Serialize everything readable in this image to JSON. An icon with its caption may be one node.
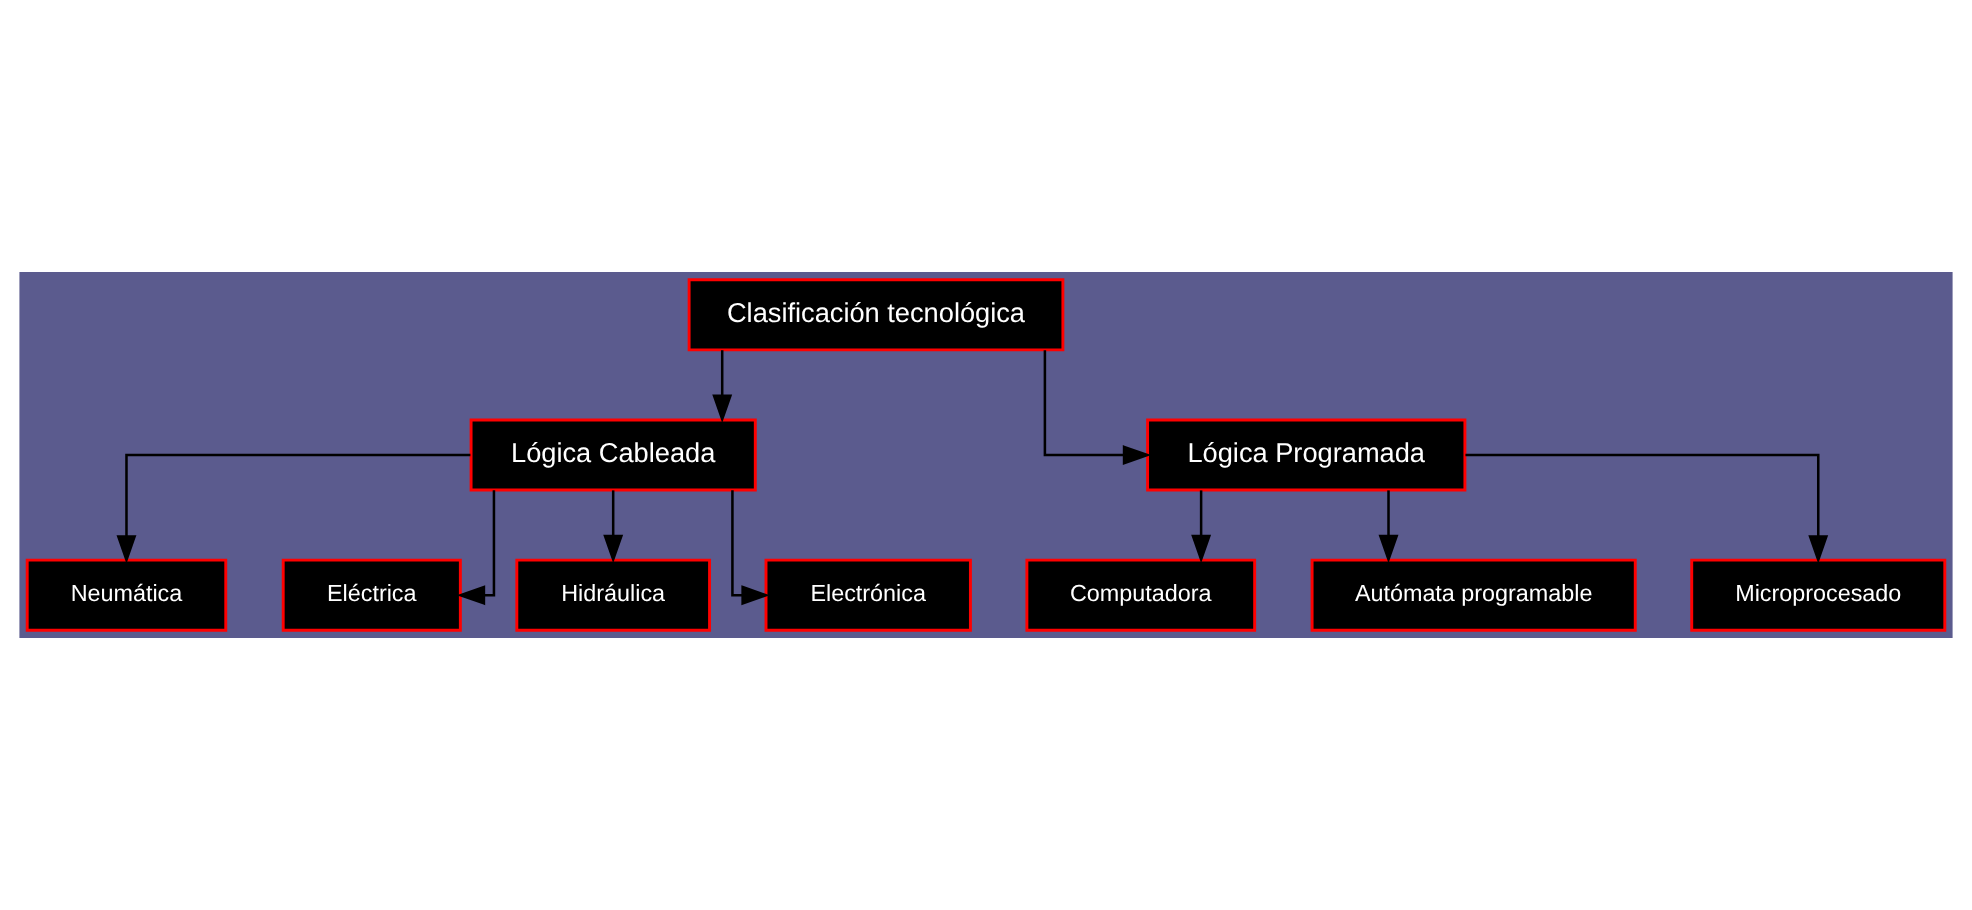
{
  "diagram": {
    "nodes": [
      {
        "text": [
          "Clasificación tecnológica"
        ]
      },
      {
        "text": [
          "Lógica Cableada"
        ]
      },
      {
        "text": [
          "Lógica Programada"
        ]
      },
      {
        "text": [
          "Neumática"
        ]
      },
      {
        "text": [
          "Eléctrica"
        ]
      },
      {
        "text": [
          "Hidráulica"
        ]
      },
      {
        "text": [
          "Electrónica"
        ]
      },
      {
        "text": [
          "Computadora"
        ]
      },
      {
        "text": [
          "Autómata programable"
        ]
      },
      {
        "text": [
          "Microprocesado"
        ]
      }
    ],
    "edges": [
      {
        "from": 0,
        "to": 1,
        "arrow": "to"
      },
      {
        "from": 0,
        "to": 2,
        "arrow": "to"
      },
      {
        "from": 1,
        "to": 3,
        "arrow": "to"
      },
      {
        "from": 1,
        "to": 4,
        "arrow": "to"
      },
      {
        "from": 1,
        "to": 5,
        "arrow": "to"
      },
      {
        "from": 1,
        "to": 6,
        "arrow": "to"
      },
      {
        "from": 2,
        "to": 7,
        "arrow": "to"
      },
      {
        "from": 2,
        "to": 8,
        "arrow": "to"
      },
      {
        "from": 2,
        "to": 9,
        "arrow": "to"
      }
    ]
  }
}
